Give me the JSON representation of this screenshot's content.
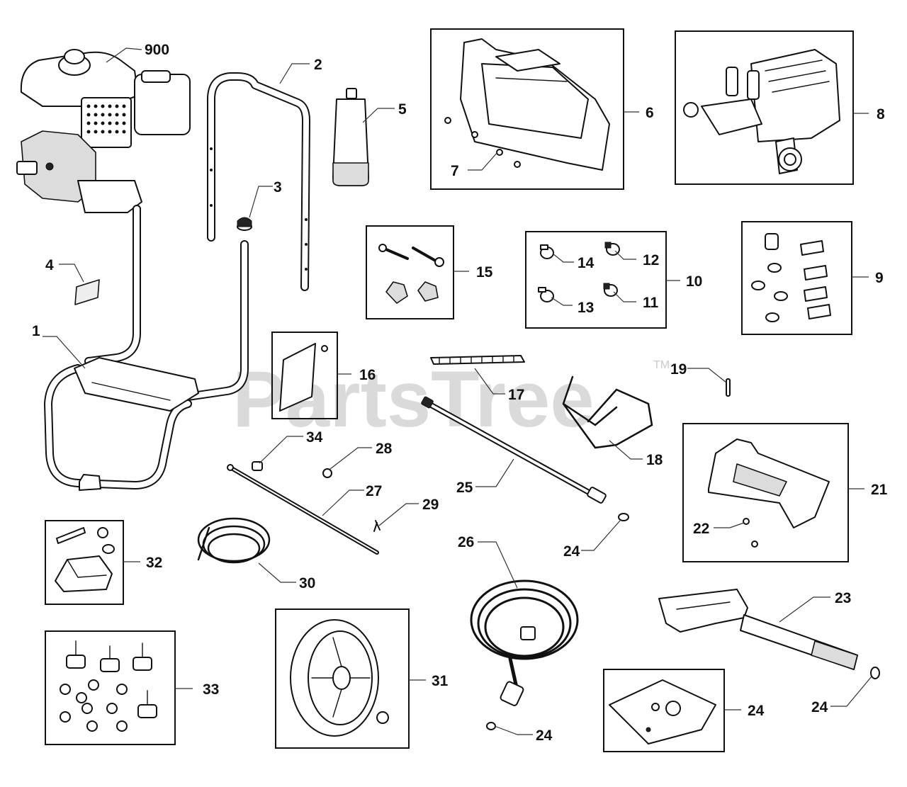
{
  "watermark": {
    "text": "PartsTree",
    "trademark": "TM"
  },
  "callouts": {
    "c900": "900",
    "c2": "2",
    "c3": "3",
    "c4": "4",
    "c5": "5",
    "c6": "6",
    "c7": "7",
    "c8": "8",
    "c9": "9",
    "c10": "10",
    "c11": "11",
    "c12": "12",
    "c13": "13",
    "c14": "14",
    "c15": "15",
    "c16": "16",
    "c17": "17",
    "c18": "18",
    "c19": "19",
    "c1": "1",
    "c21": "21",
    "c22": "22",
    "c23": "23",
    "c24a": "24",
    "c24b": "24",
    "c24c": "24",
    "c24d": "24",
    "c25": "25",
    "c26": "26",
    "c27": "27",
    "c28": "28",
    "c29": "29",
    "c30": "30",
    "c31": "31",
    "c32": "32",
    "c33": "33",
    "c34": "34"
  },
  "colors": {
    "line": "#111111",
    "watermark": "#bdbdbd",
    "background": "#ffffff"
  }
}
